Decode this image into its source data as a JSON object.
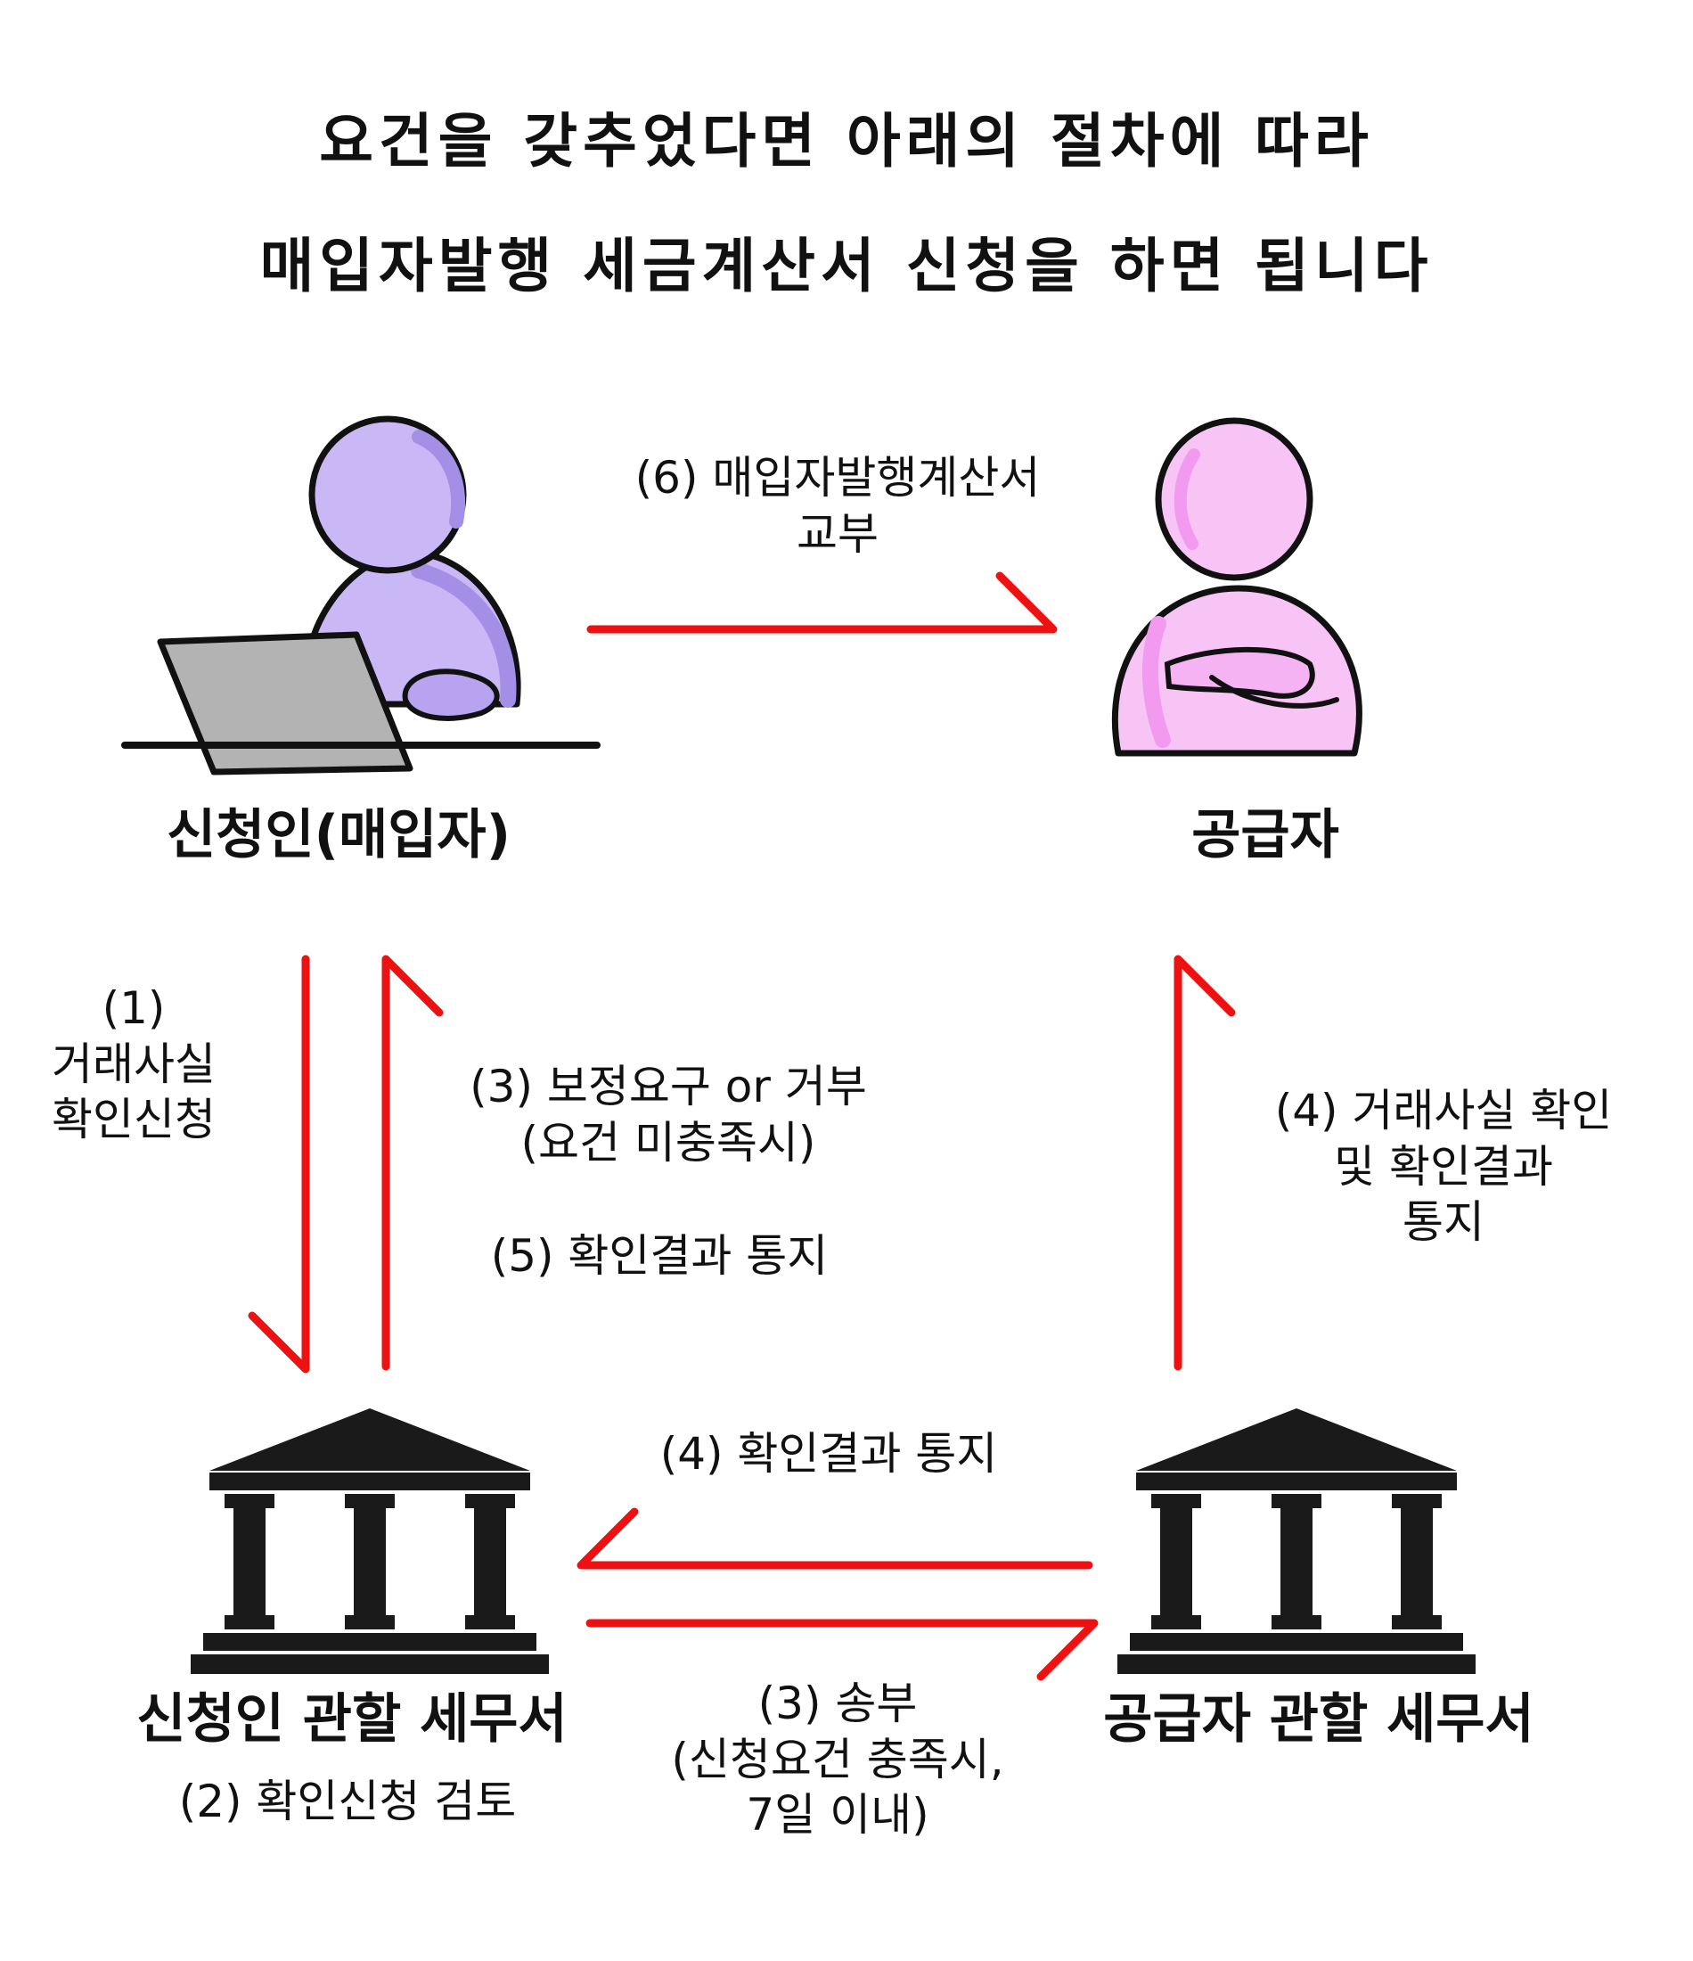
{
  "title": {
    "line1": "요건을 갖추었다면 아래의 절차에 따라",
    "line2": "매입자발행 세금계산서 신청을 하면 됩니다"
  },
  "actors": {
    "applicant": "신청인(매입자)",
    "supplier": "공급자",
    "applicant_office": "신청인 관할 세무서",
    "supplier_office": "공급자 관할 세무서"
  },
  "steps": {
    "s1_num": "(1)",
    "s1_line1": "거래사실",
    "s1_line2": "확인신청",
    "s2": "(2) 확인신청 검토",
    "s3_top_line1": "(3) 보정요구 or 거부",
    "s3_top_line2": "(요건 미충족시)",
    "s5": "(5) 확인결과 통지",
    "s4_right_line1": "(4) 거래사실 확인",
    "s4_right_line2": "및 확인결과",
    "s4_right_line3": "통지",
    "s4_bottom": "(4) 확인결과 통지",
    "s3_bottom_line1": "(3) 송부",
    "s3_bottom_line2": "(신청요건 충족시,",
    "s3_bottom_line3": "7일 이내)",
    "s6_line1": "(6) 매입자발행계산서",
    "s6_line2": "교부"
  },
  "colors": {
    "arrow": "#ee1111",
    "applicant_person": "#c9b8f5",
    "supplier_person": "#f8c4f6",
    "laptop": "#b3b3b3",
    "building": "#1a1a1a"
  }
}
